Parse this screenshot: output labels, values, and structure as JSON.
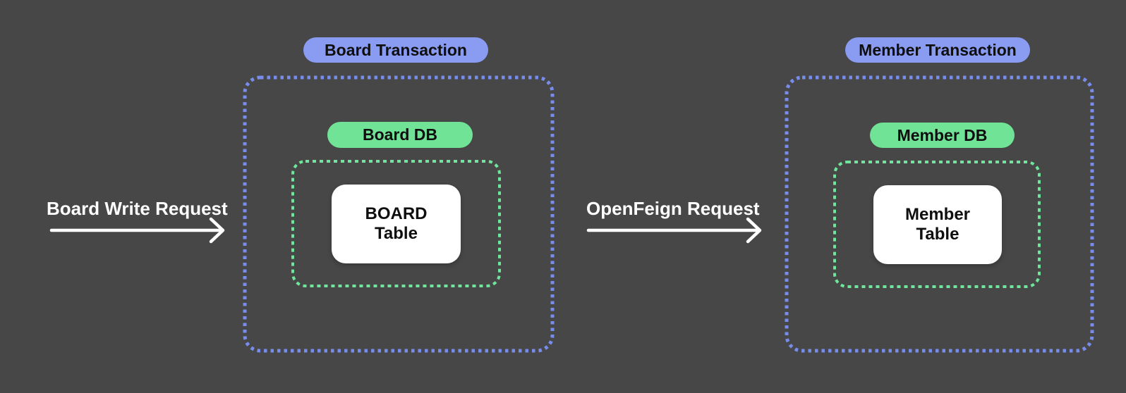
{
  "colors": {
    "background": "#474747",
    "transaction_pill": "#8a9bf2",
    "transaction_border": "#788ceb",
    "db_pill": "#70e396",
    "db_border": "#6ee79c",
    "table_box_bg": "#ffffff",
    "label_text": "#0f0f0f",
    "arrow": "#ffffff"
  },
  "diagram": {
    "board_group": {
      "transaction_label": "Board Transaction",
      "db_label": "Board DB",
      "table_line1": "BOARD",
      "table_line2": "Table"
    },
    "member_group": {
      "transaction_label": "Member Transaction",
      "db_label": "Member DB",
      "table_line1": "Member",
      "table_line2": "Table"
    },
    "arrows": {
      "board_write_label": "Board Write Request",
      "openfeign_label": "OpenFeign Request"
    }
  }
}
